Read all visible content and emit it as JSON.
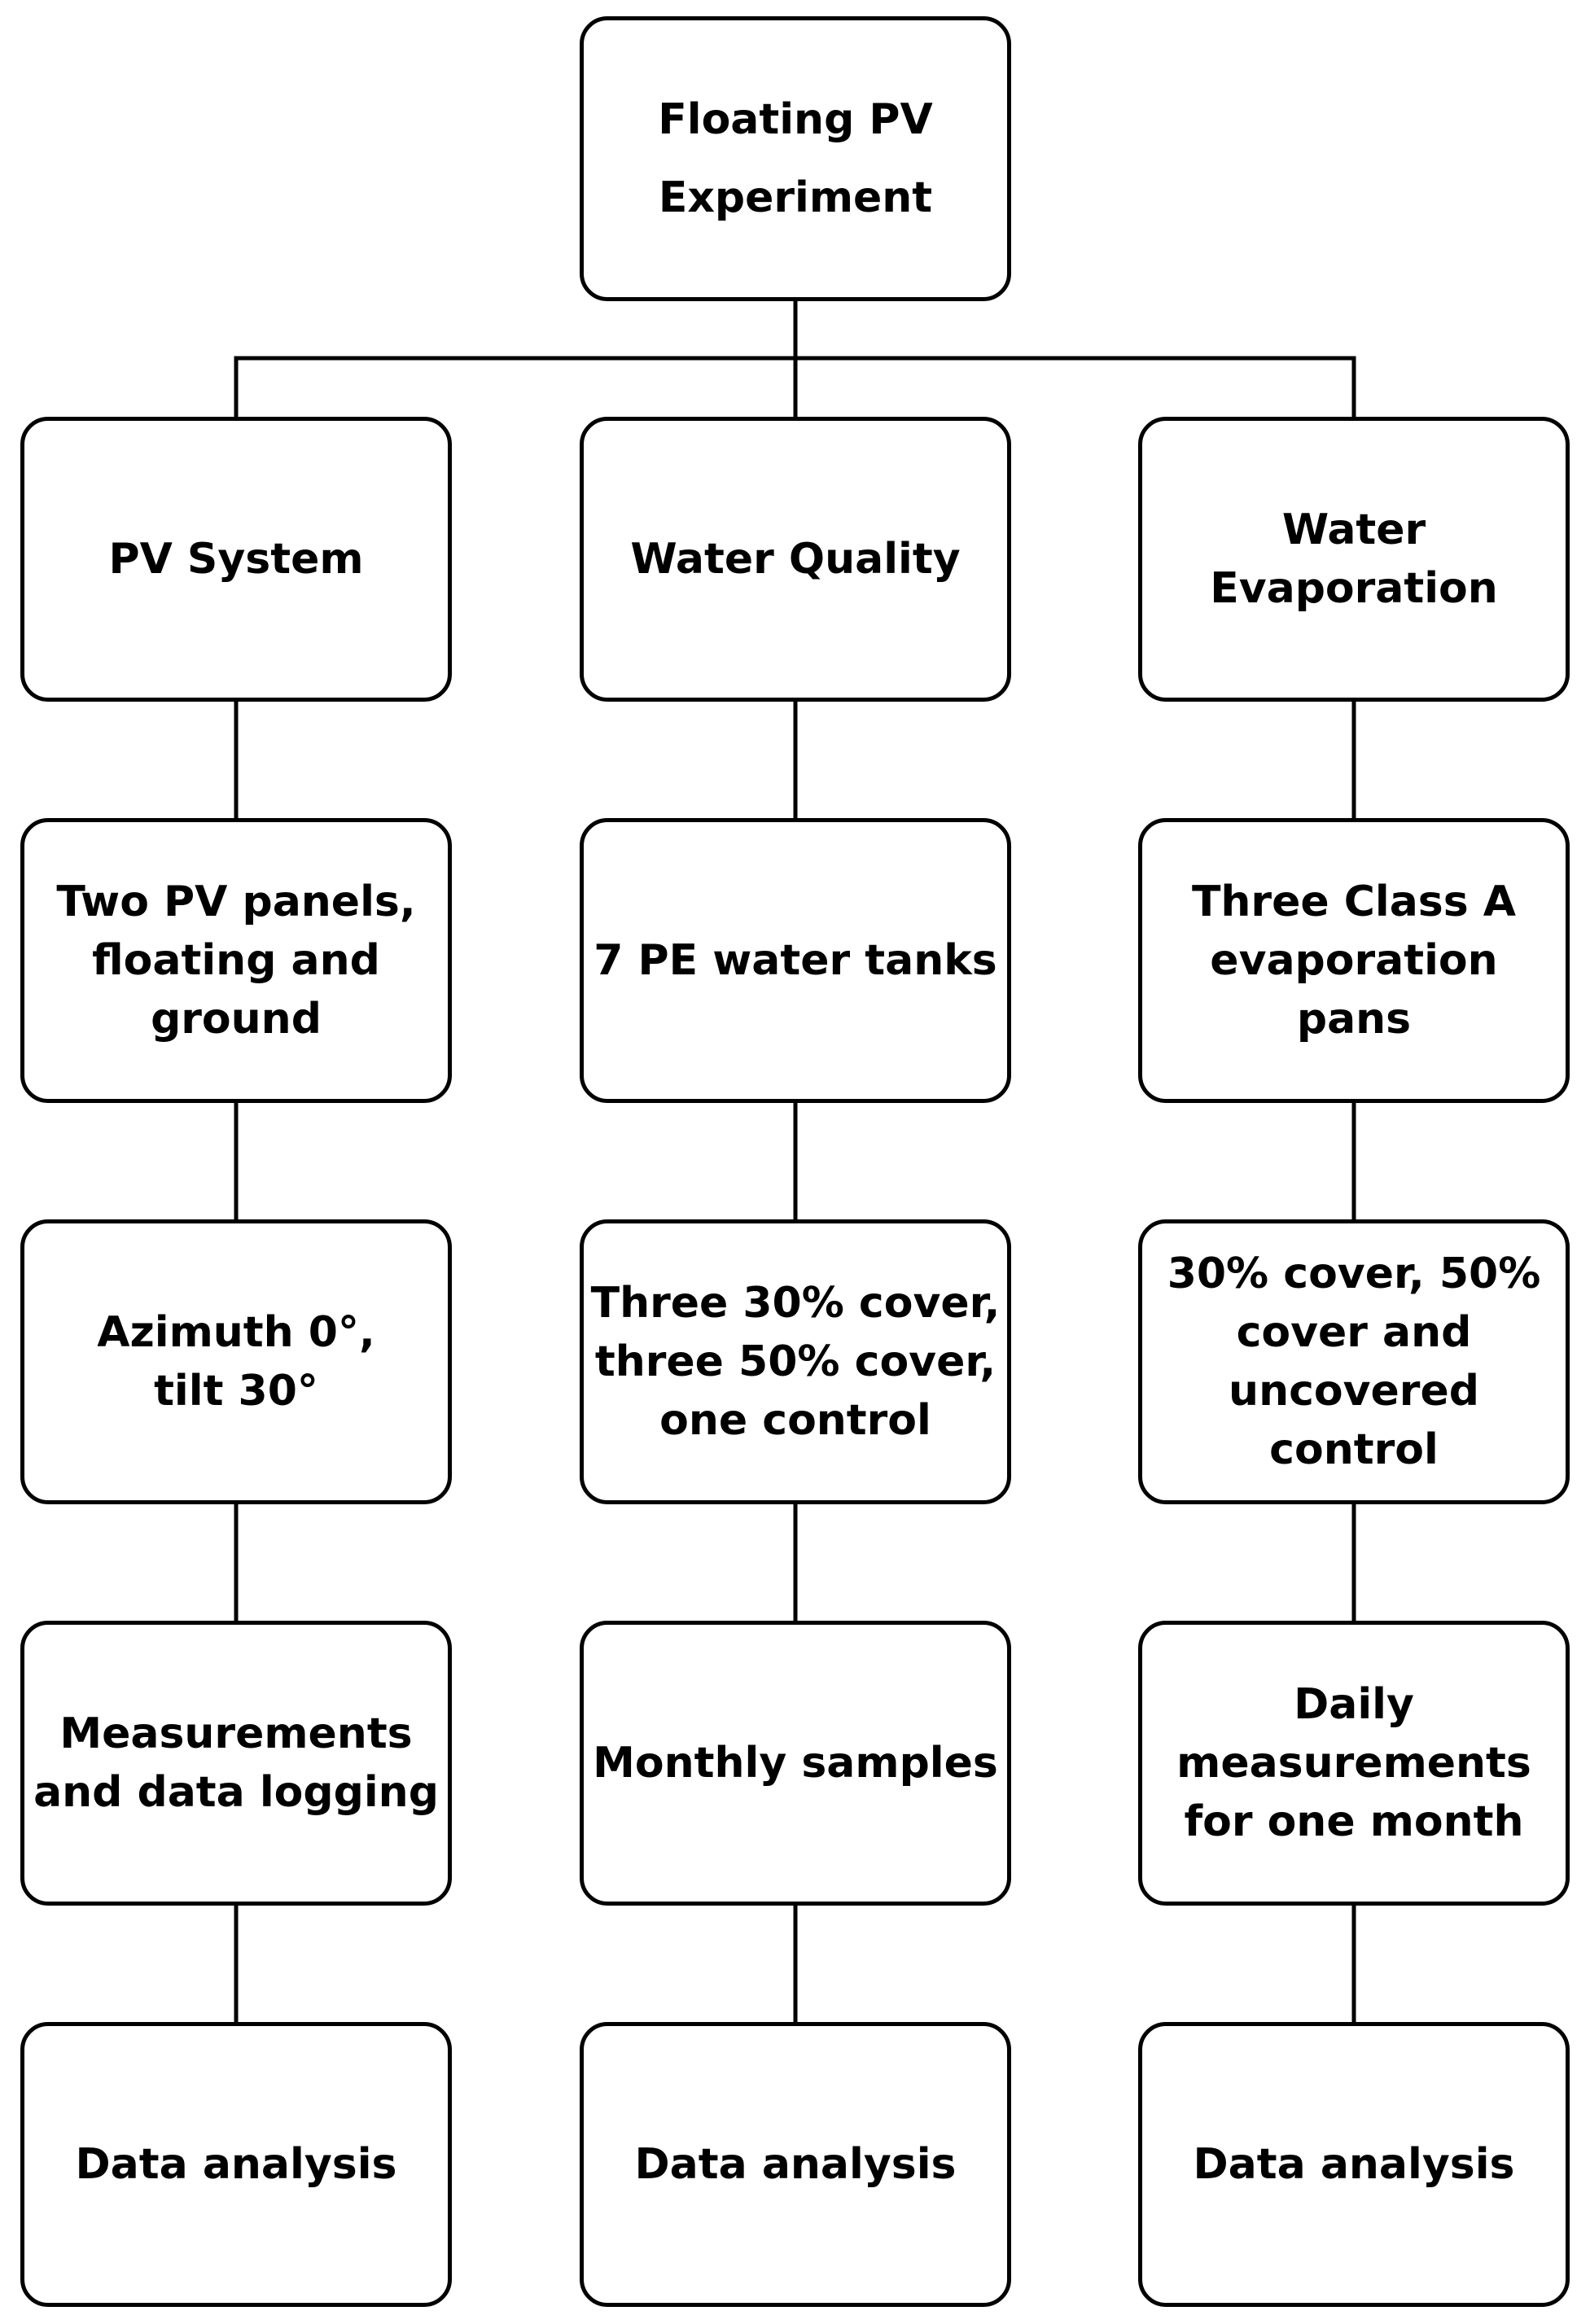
{
  "diagram": {
    "root": "Floating PV\nExperiment",
    "columns": [
      {
        "title": "PV System",
        "steps": [
          "Two PV panels,\nfloating and\nground",
          "Azimuth 0°,\ntilt 30°",
          "Measurements\nand data logging",
          "Data analysis"
        ]
      },
      {
        "title": "Water Quality",
        "steps": [
          "7 PE water tanks",
          "Three 30% cover,\nthree 50% cover,\none control",
          "Monthly samples",
          "Data analysis"
        ]
      },
      {
        "title": "Water\nEvaporation",
        "steps": [
          "Three Class A\nevaporation\npans",
          "30% cover, 50%\ncover and\nuncovered\ncontrol",
          "Daily\nmeasurements\nfor one month",
          "Data analysis"
        ]
      }
    ],
    "colors": {
      "stroke": "#000000",
      "fill": "#ffffff",
      "text": "#000000"
    }
  }
}
